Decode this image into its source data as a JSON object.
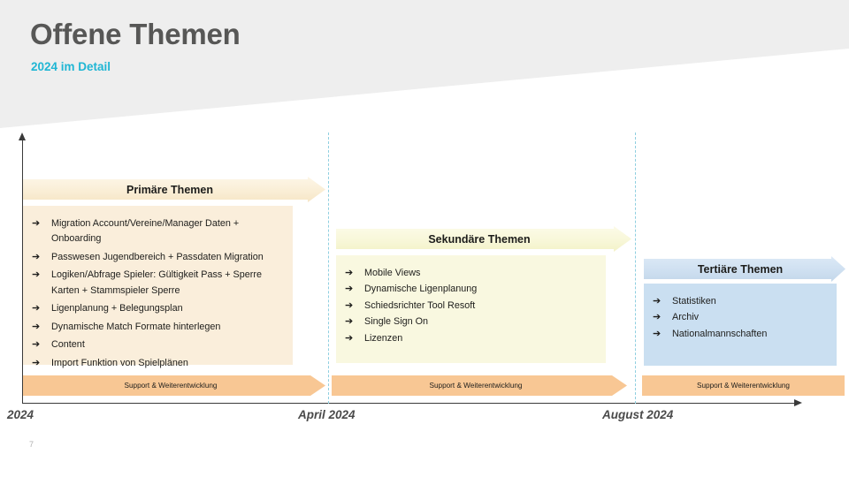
{
  "header": {
    "title": "Offene Themen",
    "subtitle": "2024 im Detail",
    "title_color": "#575756",
    "subtitle_color": "#1fb6d4",
    "band_color": "#eeeeee"
  },
  "timeline": {
    "axis_labels": [
      {
        "text": "2024"
      },
      {
        "text": "April 2024"
      },
      {
        "text": "August 2024"
      }
    ],
    "divider_color": "#8fcfe0",
    "axis_color": "#3a3a3a"
  },
  "phases": [
    {
      "id": "primary",
      "header_label": "Primäre Themen",
      "header_color": "#faeed6",
      "body_color": "#faeedb",
      "bullet_glyph": "➔",
      "items": [
        "Migration Account/Vereine/Manager Daten + Onboarding",
        "Passwesen Jugendbereich + Passdaten Migration",
        "Logiken/Abfrage Spieler: Gültigkeit Pass + Sperre Karten + Stammspieler Sperre",
        "Ligenplanung + Belegungsplan",
        "Dynamische Match Formate hinterlegen",
        "Content",
        "Import Funktion von Spielplänen"
      ]
    },
    {
      "id": "secondary",
      "header_label": "Sekundäre Themen",
      "header_color": "#f8f7d9",
      "body_color": "#f9f8e0",
      "bullet_glyph": "➔",
      "items": [
        "Mobile Views",
        "Dynamische Ligenplanung",
        "Schiedsrichter Tool Resoft",
        "Single Sign On",
        "Lizenzen"
      ]
    },
    {
      "id": "tertiary",
      "header_label": "Tertiäre Themen",
      "header_color": "#cfe0f1",
      "body_color": "#cadff1",
      "bullet_glyph": "➔",
      "items": [
        "Statistiken",
        "Archiv",
        "Nationalmannschaften"
      ]
    }
  ],
  "support_bars": [
    {
      "label": "Support & Weiterentwicklung"
    },
    {
      "label": "Support & Weiterentwicklung"
    },
    {
      "label": "Support & Weiterentwicklung"
    }
  ],
  "support_bar_color": "#f8c794",
  "footer": {
    "page_number": "7"
  }
}
